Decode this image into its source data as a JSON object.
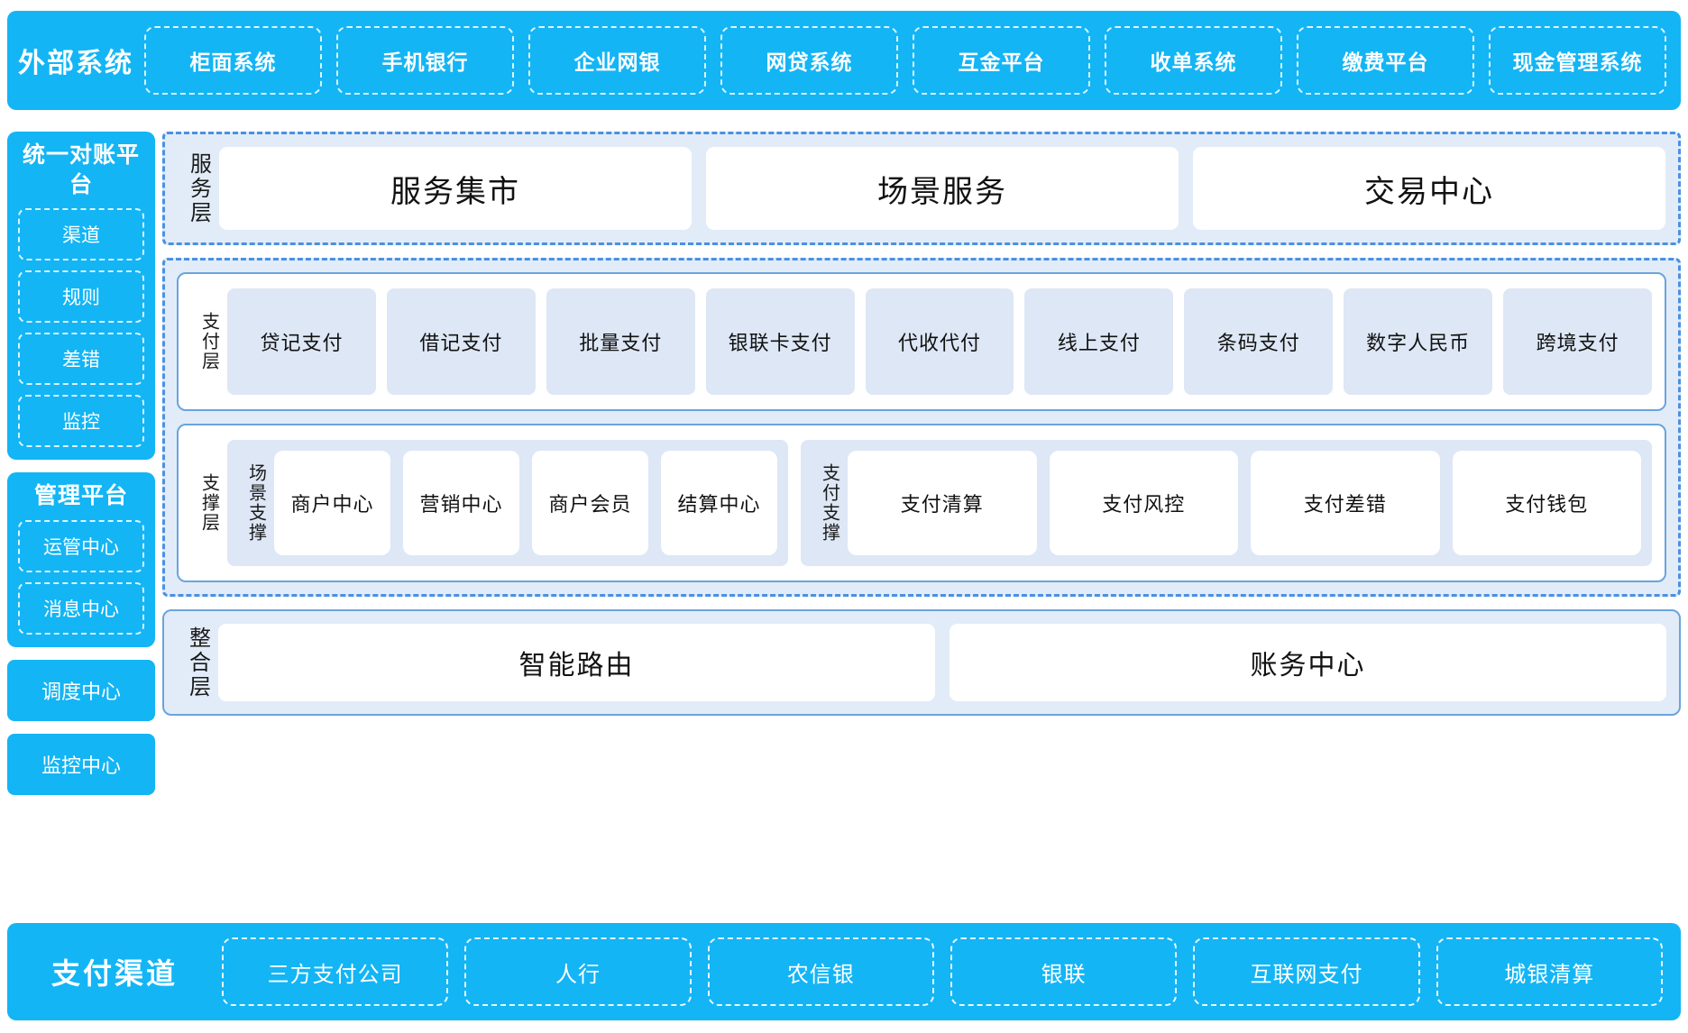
{
  "external_systems": {
    "title": "外部系统",
    "items": [
      "柜面系统",
      "手机银行",
      "企业网银",
      "网贷系统",
      "互金平台",
      "收单系统",
      "缴费平台",
      "现金管理系统"
    ]
  },
  "left_rail": {
    "reconciliation": {
      "title": "统一对账平台",
      "items": [
        "渠道",
        "规则",
        "差错",
        "监控"
      ]
    },
    "management": {
      "title": "管理平台",
      "items": [
        "运管中心",
        "消息中心"
      ]
    },
    "standalone": [
      "调度中心",
      "监控中心"
    ]
  },
  "service_layer": {
    "label": "服务层",
    "items": [
      "服务集市",
      "场景服务",
      "交易中心"
    ]
  },
  "payment_layer": {
    "label": "支付层",
    "items": [
      "贷记支付",
      "借记支付",
      "批量支付",
      "银联卡支付",
      "代收代付",
      "线上支付",
      "条码支付",
      "数字人民币",
      "跨境支付"
    ]
  },
  "support_layer": {
    "label": "支撑层",
    "groups": [
      {
        "label": "场景支撑",
        "items": [
          "商户中心",
          "营销中心",
          "商户会员",
          "结算中心"
        ]
      },
      {
        "label": "支付支撑",
        "items": [
          "支付清算",
          "支付风控",
          "支付差错",
          "支付钱包"
        ]
      }
    ]
  },
  "integration_layer": {
    "label": "整合层",
    "items": [
      "智能路由",
      "账务中心"
    ]
  },
  "payment_channels": {
    "title": "支付渠道",
    "items": [
      "三方支付公司",
      "人行",
      "农信银",
      "银联",
      "互联网支付",
      "城银清算"
    ]
  },
  "colors": {
    "brand_blue": "#13b5f5",
    "dash_border": "#4a90e2",
    "panel_fill": "#e2ecf8",
    "cell_fill": "#dde7f5"
  }
}
